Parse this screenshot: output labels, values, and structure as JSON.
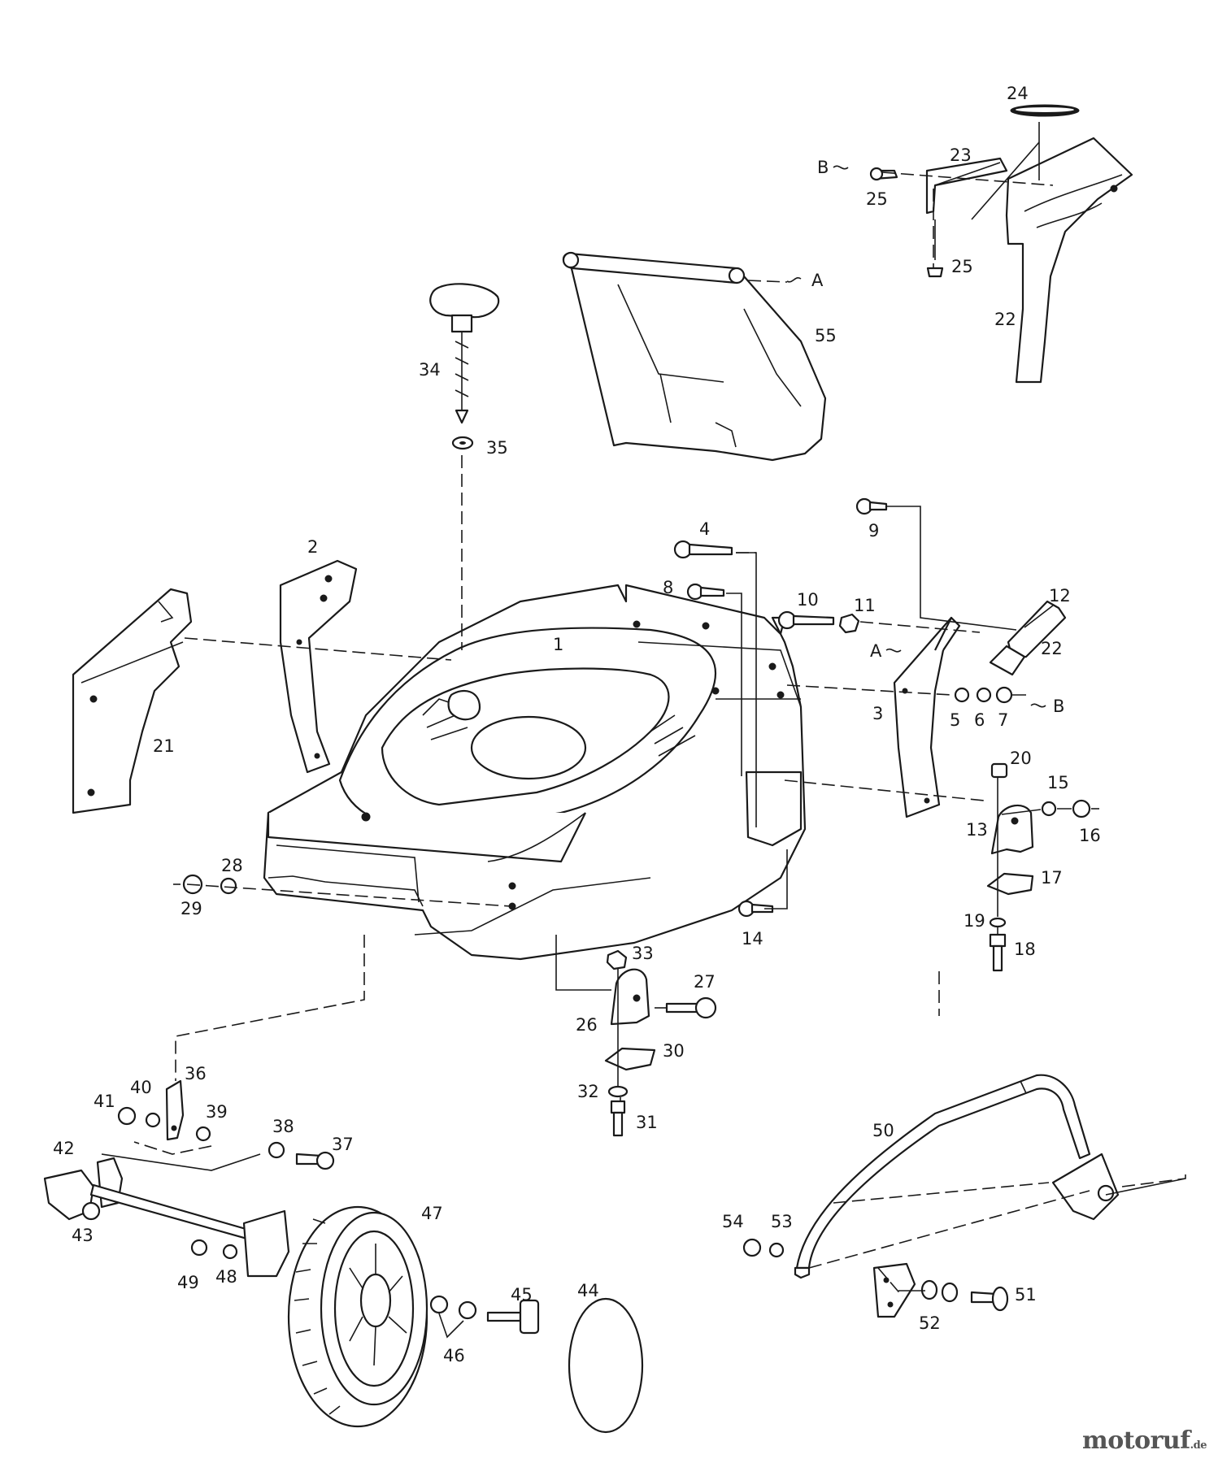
{
  "watermark": {
    "text": "motoruf",
    "tld": ".de",
    "dot_color": "#c0392b"
  },
  "callouts": {
    "p1": "1",
    "p2": "2",
    "p3": "3",
    "p4": "4",
    "p5": "5",
    "p6": "6",
    "p7": "7",
    "p8": "8",
    "p9": "9",
    "p10": "10",
    "p11": "11",
    "p12": "12",
    "p13": "13",
    "p14": "14",
    "p15": "15",
    "p16": "16",
    "p17": "17",
    "p18": "18",
    "p19": "19",
    "p20": "20",
    "p21": "21",
    "p22": "22",
    "p22b": "22",
    "p23": "23",
    "p24": "24",
    "p25a": "25",
    "p25b": "25",
    "p26": "26",
    "p27": "27",
    "p28": "28",
    "p29": "29",
    "p30": "30",
    "p31": "31",
    "p32": "32",
    "p33": "33",
    "p34": "34",
    "p35": "35",
    "p36": "36",
    "p37": "37",
    "p38": "38",
    "p39": "39",
    "p40": "40",
    "p41": "41",
    "p42": "42",
    "p43": "43",
    "p44": "44",
    "p45": "45",
    "p46": "46",
    "p47": "47",
    "p48": "48",
    "p49": "49",
    "p50": "50",
    "p51": "51",
    "p52": "52",
    "p53": "53",
    "p54": "54",
    "p55": "55",
    "refA1": "A",
    "refA2": "A",
    "refB1": "B",
    "refB2": "B"
  }
}
